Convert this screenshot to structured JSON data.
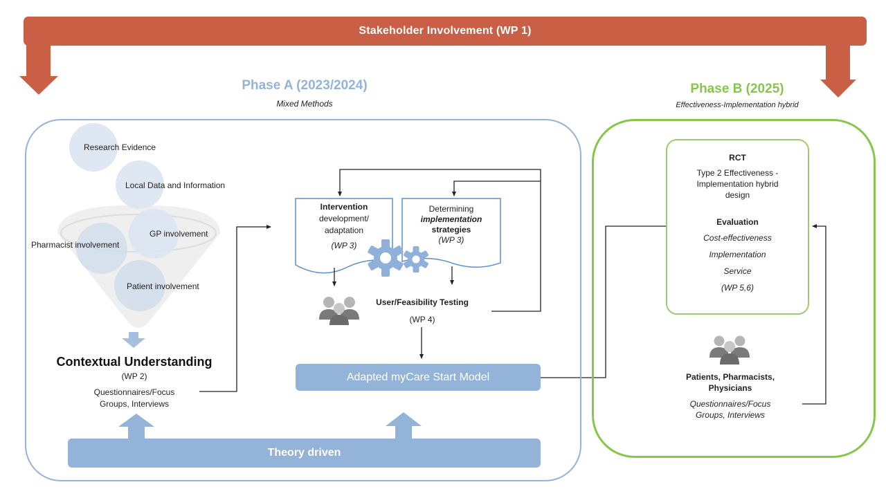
{
  "banner": {
    "label": "Stakeholder Involvement (WP 1)"
  },
  "colors": {
    "stakeholder": "#c95f44",
    "phase_a": "#94b3d9",
    "phase_b": "#86c64a",
    "connector": "#222222",
    "people_icon": "#7a7a7a"
  },
  "phase_a": {
    "title": "Phase A (2023/2024)",
    "subtitle": "Mixed Methods",
    "funnel_inputs": [
      {
        "label": "Research Evidence"
      },
      {
        "label": "Local Data and Information"
      },
      {
        "label": "GP involvement"
      },
      {
        "label": "Pharmacist involvement"
      },
      {
        "label": "Patient involvement"
      }
    ],
    "contextual": {
      "title": "Contextual Understanding",
      "wp": "(WP 2)",
      "methods_line1": "Questionnaires/Focus",
      "methods_line2": "Groups, Interviews"
    },
    "intervention_doc": {
      "title": "Intervention",
      "line2": "development/",
      "line3": "adaptation",
      "wp": "(WP 3)"
    },
    "strategies_doc": {
      "line1": "Determining",
      "line2": "implementation",
      "line3": "strategies",
      "wp": "(WP 3)"
    },
    "testing": {
      "title": "User/Feasibility Testing",
      "wp": "(WP 4)"
    },
    "model": {
      "label": "Adapted myCare Start Model"
    },
    "theory": {
      "label": "Theory driven"
    }
  },
  "phase_b": {
    "title": "Phase B (2025)",
    "subtitle": "Effectiveness-Implementation hybrid",
    "rct": {
      "title": "RCT",
      "line1": "Type 2 Effectiveness -",
      "line2": "Implementation hybrid",
      "line3": "design",
      "eval_title": "Evaluation",
      "eval_items": [
        "Cost-effectiveness",
        "Implementation",
        "Service"
      ],
      "wp": "(WP 5,6)"
    },
    "participants": {
      "title_line1": "Patients, Pharmacists,",
      "title_line2": "Physicians",
      "methods_line1": "Questionnaires/Focus",
      "methods_line2": "Groups, Interviews"
    }
  },
  "icons": {
    "stakeholder_arrows": "arrow-down-icon",
    "gears": "gears-icon",
    "people": "people-group-icon",
    "theory_arrows": "arrow-up-icon"
  }
}
